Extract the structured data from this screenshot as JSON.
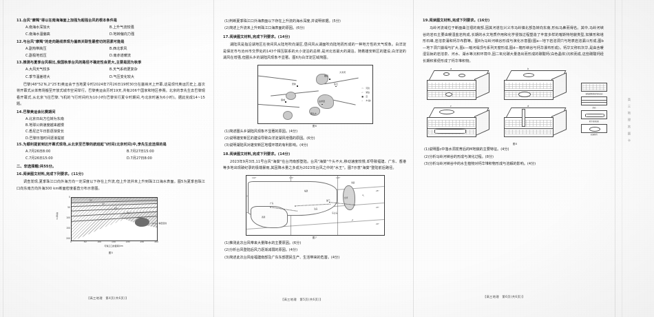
{
  "document": {
    "subject": "高三地理",
    "footers": [
      {
        "text": "【高三地理　第4页(共6页)】",
        "page": "4",
        "total": "6"
      },
      {
        "text": "【高三地理　第5页(共6页)】",
        "page": "5",
        "total": "6"
      },
      {
        "text": "【高三地理　第6页(共6页)】",
        "page": "6",
        "total": "6"
      }
    ],
    "side_strip": "高三地理答题卡"
  },
  "column1": {
    "q11": {
      "stem": "11.台风\"摩羯\"得以在南海海面上加强为超强台风的根本条件是",
      "options": [
        {
          "key": "A",
          "text": "A.南海水深加大"
        },
        {
          "key": "B",
          "text": "B.上升气流较强"
        },
        {
          "key": "C",
          "text": "C.南海水温偏高"
        },
        {
          "key": "D",
          "text": "D.地转偏向力强"
        }
      ]
    },
    "q12": {
      "stem": "12.与台风\"摩羯\"的走向路线表现为偏西关联性最密切的因素可能是",
      "options": [
        {
          "key": "A",
          "text": "A.副热带高压"
        },
        {
          "key": "B",
          "text": "B.西北季风"
        },
        {
          "key": "C",
          "text": "C.副极地低压"
        },
        {
          "key": "D",
          "text": "D.南赤道暖流"
        }
      ]
    },
    "q13": {
      "stem": "13.推测与夏季台风相比,我国秋季台风的路径不确定性会更大,主要是因为秋季",
      "options": [
        {
          "key": "A",
          "text": "A.大风天气较多"
        },
        {
          "key": "B",
          "text": "B.天气系统更复杂"
        },
        {
          "key": "C",
          "text": "C.季节温差增大"
        },
        {
          "key": "D",
          "text": "D.气压变化较大"
        }
      ]
    },
    "passage": "巴黎(48°52′N,2°25′E)奥运会于当地夏令时2024年7月26日19时30分在塞纳河上开幕,这是现代奥运历史上,首次将开幕式从体育场搬至开放式城市空间举行。巴黎奥运会历时19天,共有206个国家和地区参赛。北京的李先生去巴黎观看开幕式,从北京飞往巴黎,飞机的飞行时间约为10小时(巴黎实行夏令时期间,与北京时差为6小时)。据此完成14~15题。",
    "q14": {
      "stem": "14.巴黎奥运会比赛期间",
      "options": [
        {
          "key": "A",
          "text": "A.北京日出方位转为东南"
        },
        {
          "key": "B",
          "text": "B.地球公转速度越来越慢"
        },
        {
          "key": "C",
          "text": "C.悉尼正午日影逐渐变长"
        },
        {
          "key": "D",
          "text": "D.巴黎日落时间逐渐提前"
        }
      ]
    },
    "q15": {
      "stem": "15.为顺利提前到达开幕式现场,从北京至巴黎的航班起飞时间(北京时间)中,李先生应选择的是",
      "options": [
        {
          "key": "A",
          "text": "A.7月26日8:00"
        },
        {
          "key": "B",
          "text": "B.7月27日15:00"
        },
        {
          "key": "C",
          "text": "C.7月26日15:00"
        },
        {
          "key": "D",
          "text": "D.7月27日8:00"
        }
      ]
    },
    "section2": "二、非选择题:共55分。",
    "q16": {
      "stem": "16.阅读图文材料,完成下列要求。(11分)",
      "body": "调查发现,夏季珠江口向外海方向一定深度以下存在上升流,但上升流并未上升到珠江口海水表面。图5为夏季自珠江口向东南方向外海300 km断面密度垂直分布示意图。"
    }
  },
  "column2": {
    "q16_subs": [
      "(1)判断夏季珠江口外海表面以下存在上升流的海水深度,并说明依据。(5分)",
      "(2)简述上升流未上升到珠江口海表面的原因。(6分)"
    ],
    "q17": {
      "stem": "17.阅读图文材料,完成下列要求。(14分)",
      "body": "湖陆风是指沿湖地区在夜间风从陆地吹向湖区,昼间风从湖面吹向陆地而形成的一种地方性的天气现象。白洋淀是保定市与沧州市交界处的143个相互联系的大小淀泊的总称,是河北省最大的湖泊。随着雄安新区的建设,白洋淀的湖风在增强,但圈头乡的湖陆风现象不显著。图6为白洋淀区域简图。",
      "subs": [
        "(1)简述圈头乡湖陆风现象不显著的原因。(4分)",
        "(2)说明雄安新区的建设导致白洋淀湖风增强的原因。(6分)",
        "(3)说明湖陆风对雄安新区地理环境的有利影响。(4分)"
      ]
    },
    "q18": {
      "stem": "18.阅读图文材料,完成下列要求。(14分)",
      "body": "2023年9月3日,11号台风\"海葵\"在台湾南部登陆。台风\"海葵\"个头不大,移动速度较慢,却导致福建、广东、香港等多地出现破纪录的极端暴雨,其因降水量之多成为2023年台风之中的\"水王\"。图7示意\"海葵\"登陆前后路径。",
      "subs": [
        "(1)推测此次台风带来大量降水的主要原因。(6分)",
        "(2)分析台风登陆后风力逐渐减弱的原因。(4分)",
        "(3)简述此次台风给福建南部及广东东部居民生产、生活带来的危害。(4分)"
      ]
    }
  },
  "column3": {
    "q19": {
      "stem": "19.阅读图文材料,完成下列要求。(16分)",
      "body": "马岭河流域位于断面曲注褶的南部,因其河道在兴义市马岭镇北部急转向东南,形似马鼻而得名。其中,马岭河峡谷的岩石主要由暖湿盐岩构成,长期的水文地质作用和化学侵蚀过程塑造了丰富多样的喀斯特地貌类型,如锥形和塔形石峰,岩溶泉涌和钙华布群等。图8为马岭河峡谷形成与演化示意图(图a—地下岩溶洞穴与地表岩溶漏斗形成,图b—地下洞穴崩塌与扩大,图c—暗河塌顶与系列天窗形成,图d—箱形峡谷与钙华瀑布形成)。钙华又称石灰华,是由含暖湿氢钠的岩溶泉、河水、湖水等沉积环境中,因二氧化碳大量逸出而形成的碳酸钙(白色晶体)沉积而成,这些碳酸钙经长期积累便形成了钙华堆积物。",
      "subs": [
        "(1)说明图c中落水洞发育后的M地貌的主要特征。(4分)",
        "(2)分析马岭河峡谷的形成与演化过程。(8分)",
        "(3)分析马岭河峡谷中的水生植物对钙华堆积物形成与溶解的影响。(4分)"
      ]
    }
  },
  "figures": {
    "fig5": {
      "caption": "图5",
      "title": "夏季自珠江口向东南方向外海300 km断面密度垂直分布示意图",
      "ylabel": "深度/m",
      "xlabel": "与珠江口的距离/km",
      "yticks": [
        "0",
        "50",
        "100",
        "150",
        "200"
      ],
      "xticks": [
        "0",
        "50",
        "100",
        "150",
        "200",
        "250",
        "300"
      ],
      "isolines": [
        "21",
        "22",
        "23",
        "24",
        "24.5",
        "24.7"
      ],
      "note": "—24.2—\n等密度线"
    },
    "fig6": {
      "caption": "图6",
      "labels": [
        "安新",
        "雄县",
        "容城",
        "任丘",
        "圈头乡",
        "白洋淀",
        "大清河"
      ],
      "legend": [
        {
          "sym": "〰",
          "text": "河流"
        },
        {
          "sym": "▱",
          "text": "湖泊"
        },
        {
          "sym": "■",
          "text": "县"
        },
        {
          "sym": "•",
          "text": "乡(镇)"
        }
      ]
    },
    "fig7": {
      "caption": "图7",
      "lon_labels": [
        "110°",
        "115°",
        "120°"
      ],
      "lat_labels": [
        "25°",
        "23°",
        "20°"
      ],
      "places": [
        "福建",
        "广东",
        "香港",
        "台湾",
        "汕头",
        "厦门",
        "东山岛",
        "海葵"
      ],
      "note": "台风路径"
    },
    "fig8": {
      "caption": "图8",
      "panels": [
        "a",
        "b",
        "c",
        "d"
      ],
      "legend": [
        "溶蚀裂隙发育的石灰岩",
        "泥岩",
        "地下河(暗河)",
        "岩溶洞穴"
      ]
    }
  },
  "chart_data": {
    "type": "line",
    "title": "图5 夏季自珠江口向东南方向外海300 km断面密度垂直分布示意图",
    "xlabel": "与珠江口的距离/km",
    "ylabel": "深度/m",
    "xlim": [
      0,
      300
    ],
    "ylim": [
      200,
      0
    ],
    "xticks": [
      0,
      50,
      100,
      150,
      200,
      250,
      300
    ],
    "yticks": [
      0,
      50,
      100,
      150,
      200
    ],
    "grid": false,
    "legend": "等密度线 (σ, kg/m³)",
    "series": [
      {
        "name": "21",
        "x": [
          0,
          50,
          100,
          150,
          200,
          250,
          300
        ],
        "values": [
          2,
          4,
          6,
          7,
          8,
          9,
          10
        ]
      },
      {
        "name": "22",
        "x": [
          0,
          50,
          100,
          150,
          200,
          250,
          300
        ],
        "values": [
          5,
          8,
          11,
          13,
          15,
          16,
          17
        ]
      },
      {
        "name": "23",
        "x": [
          0,
          50,
          100,
          150,
          200,
          250,
          300
        ],
        "values": [
          9,
          14,
          18,
          21,
          23,
          25,
          27
        ]
      },
      {
        "name": "24",
        "x": [
          0,
          50,
          100,
          150,
          200,
          250,
          300
        ],
        "values": [
          14,
          22,
          28,
          33,
          37,
          40,
          43
        ]
      },
      {
        "name": "24.5",
        "x": [
          100,
          150,
          200,
          250,
          300
        ],
        "values": [
          40,
          48,
          55,
          60,
          65
        ]
      },
      {
        "name": "24.7",
        "x": [
          180,
          220,
          260,
          300
        ],
        "values": [
          70,
          80,
          88,
          95
        ]
      }
    ],
    "annotations": [
      "—24.2— 等密度线",
      "上升流核心区"
    ]
  }
}
